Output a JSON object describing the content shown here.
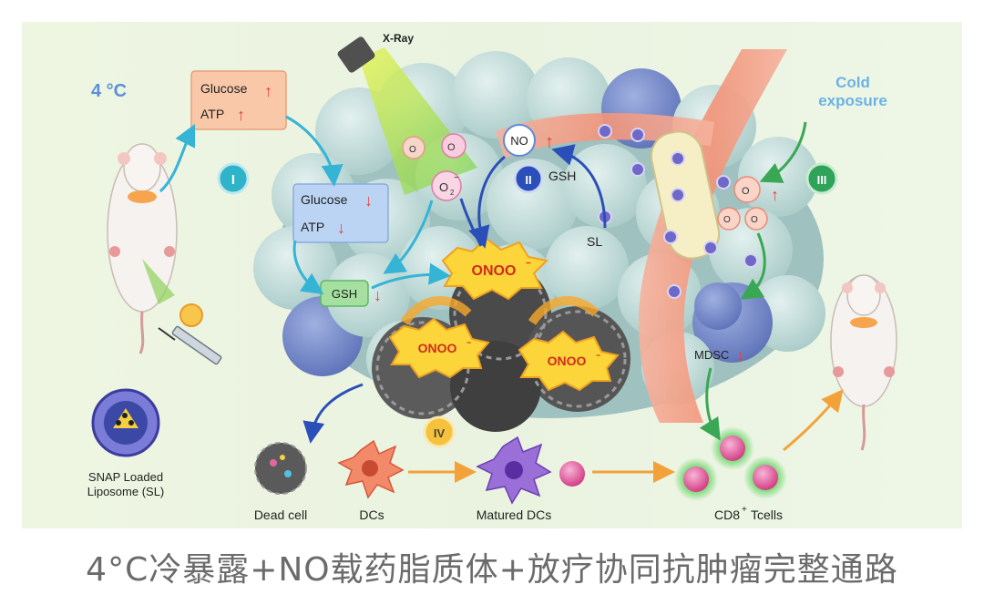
{
  "labels": {
    "xray": "X-Ray",
    "temp": "4 °C",
    "cold_line1": "Cold",
    "cold_line2": "exposure",
    "glucose": "Glucose",
    "atp": "ATP",
    "glucose2": "Glucose",
    "atp2": "ATP",
    "gsh_left": "GSH",
    "gsh_mid": "GSH",
    "no": "NO",
    "o2minus_a": "O",
    "o2minus_b": "O",
    "o2minus_c": "O",
    "onoo_top": "ONOO",
    "onoo_left": "ONOO",
    "onoo_right": "ONOO",
    "sl": "SL",
    "o2": "O",
    "o2b": "O",
    "o2c": "O",
    "mdsc": "MDSC",
    "roman_1": "I",
    "roman_2": "II",
    "roman_3": "III",
    "roman_4": "IV",
    "liposome_line1": "SNAP Loaded",
    "liposome_line2": "Liposome (SL)",
    "dead_cell": "Dead cell",
    "dcs": "DCs",
    "matured_dcs": "Matured DCs",
    "cd8": "CD8",
    "cd8_sup": "+",
    "tcells": "Tcells"
  },
  "caption": "4°C冷暴露+NO载药脂质体+放疗协同抗肿瘤完整通路",
  "colors": {
    "up_arrow": "#e8403a",
    "down_arrow": "#e8403a",
    "flow_arrow": "#35b4d6",
    "green_arrow": "#3aa755",
    "orange_arrow": "#f3a23a",
    "blue_arrow": "#2b4fb8",
    "tumor_cell": "#bcd8d6",
    "vessel": "#f3a38a"
  }
}
